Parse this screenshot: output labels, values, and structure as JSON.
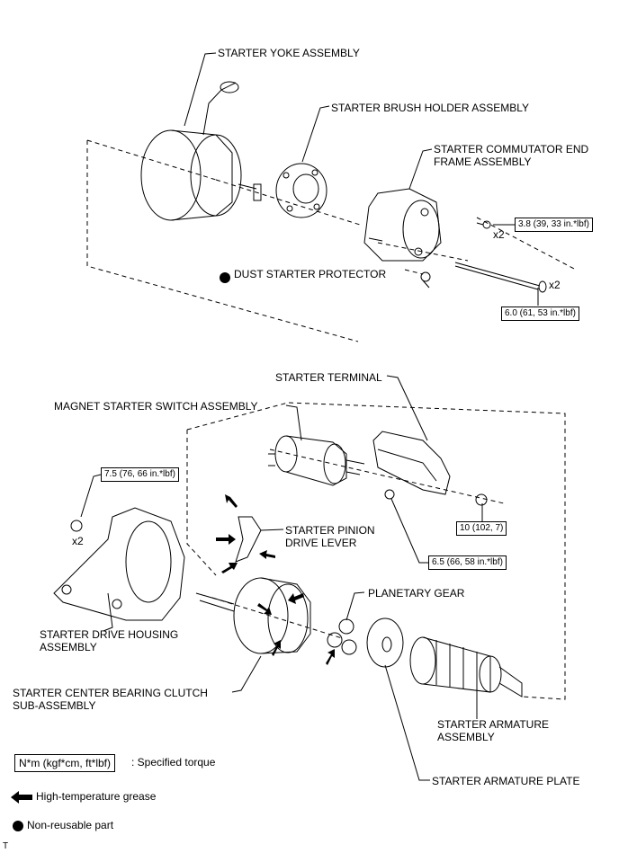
{
  "labels": {
    "yoke": "STARTER YOKE ASSEMBLY",
    "brush_holder": "STARTER BRUSH HOLDER ASSEMBLY",
    "end_frame_1": "STARTER COMMUTATOR END",
    "end_frame_2": "FRAME ASSEMBLY",
    "dust_protector": "DUST STARTER PROTECTOR",
    "terminal": "STARTER TERMINAL",
    "magnet_switch": "MAGNET STARTER SWITCH ASSEMBLY",
    "pinion_lever_1": "STARTER PINION",
    "pinion_lever_2": "DRIVE LEVER",
    "planetary_gear": "PLANETARY GEAR",
    "drive_housing_1": "STARTER DRIVE HOUSING",
    "drive_housing_2": "ASSEMBLY",
    "clutch_1": "STARTER CENTER BEARING CLUTCH",
    "clutch_2": "SUB-ASSEMBLY",
    "armature_1": "STARTER ARMATURE",
    "armature_2": "ASSEMBLY",
    "armature_plate": "STARTER ARMATURE PLATE"
  },
  "torques": {
    "end_frame_screw": "3.8 (39, 33 in.*lbf)",
    "through_bolt": "6.0 (61, 53 in.*lbf)",
    "drive_housing_nut": "7.5 (76, 66 in.*lbf)",
    "terminal_nut": "10 (102, 7)",
    "switch_nut": "6.5 (66, 58 in.*lbf)"
  },
  "quantities": {
    "screw": "x2",
    "bolt": "x2",
    "nut": "x2"
  },
  "legend": {
    "torque_box": "N*m (kgf*cm, ft*lbf)",
    "torque_desc": ": Specified torque",
    "grease": "High-temperature grease",
    "nonreusable": "Non-reusable part"
  },
  "footer": "T"
}
